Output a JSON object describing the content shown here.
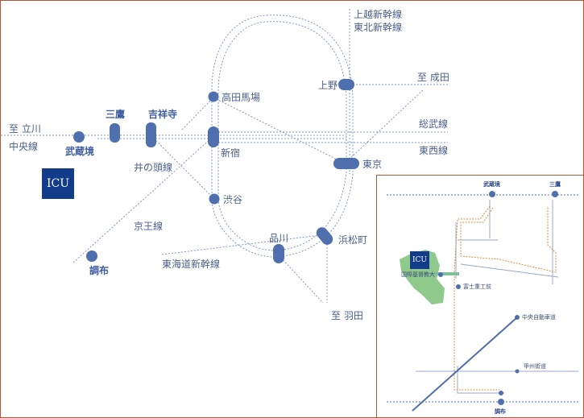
{
  "map": {
    "labels": {
      "joetsu_shinkansen": "上越新幹線",
      "tohoku_shinkansen": "東北新幹線",
      "ueno": "上野",
      "to_narita": "至 成田",
      "takadanobaba": "高田馬場",
      "mitaka": "三鷹",
      "kichijoji": "吉祥寺",
      "to_tachikawa": "至 立川",
      "chuo_line": "中央線",
      "musashisakai": "武蔵境",
      "sobu_line": "総武線",
      "shinjuku": "新宿",
      "tozai_line": "東西線",
      "inokashira_line": "井の頭線",
      "tokyo": "東京",
      "shibuya": "渋谷",
      "keio_line": "京王線",
      "chofu": "調布",
      "shinagawa": "品川",
      "hamamatsucho": "浜松町",
      "tokaido_shinkansen": "東海道新幹線",
      "to_haneda": "至 羽田",
      "icu_logo": "ICU"
    },
    "colors": {
      "station": "#4f6fae",
      "line": "#7f97c8",
      "bold_label": "#3f5e9e",
      "logo": "#123b8a",
      "frame": "#b5573b"
    }
  },
  "inset": {
    "labels": {
      "musashisakai": "武蔵境",
      "mitaka": "三鷹",
      "icu_logo": "ICU",
      "icu_name": "国際基督教大",
      "fujijukoumae": "富士重工前",
      "chuo_expressway": "中央自動車道",
      "koshu_kaido": "甲州街道",
      "chofu": "調布"
    },
    "colors": {
      "campus": "#8fca8c",
      "route_orange": "#e08a3a",
      "road": "#9aa8cc",
      "expressway": "#4f6fae"
    }
  }
}
